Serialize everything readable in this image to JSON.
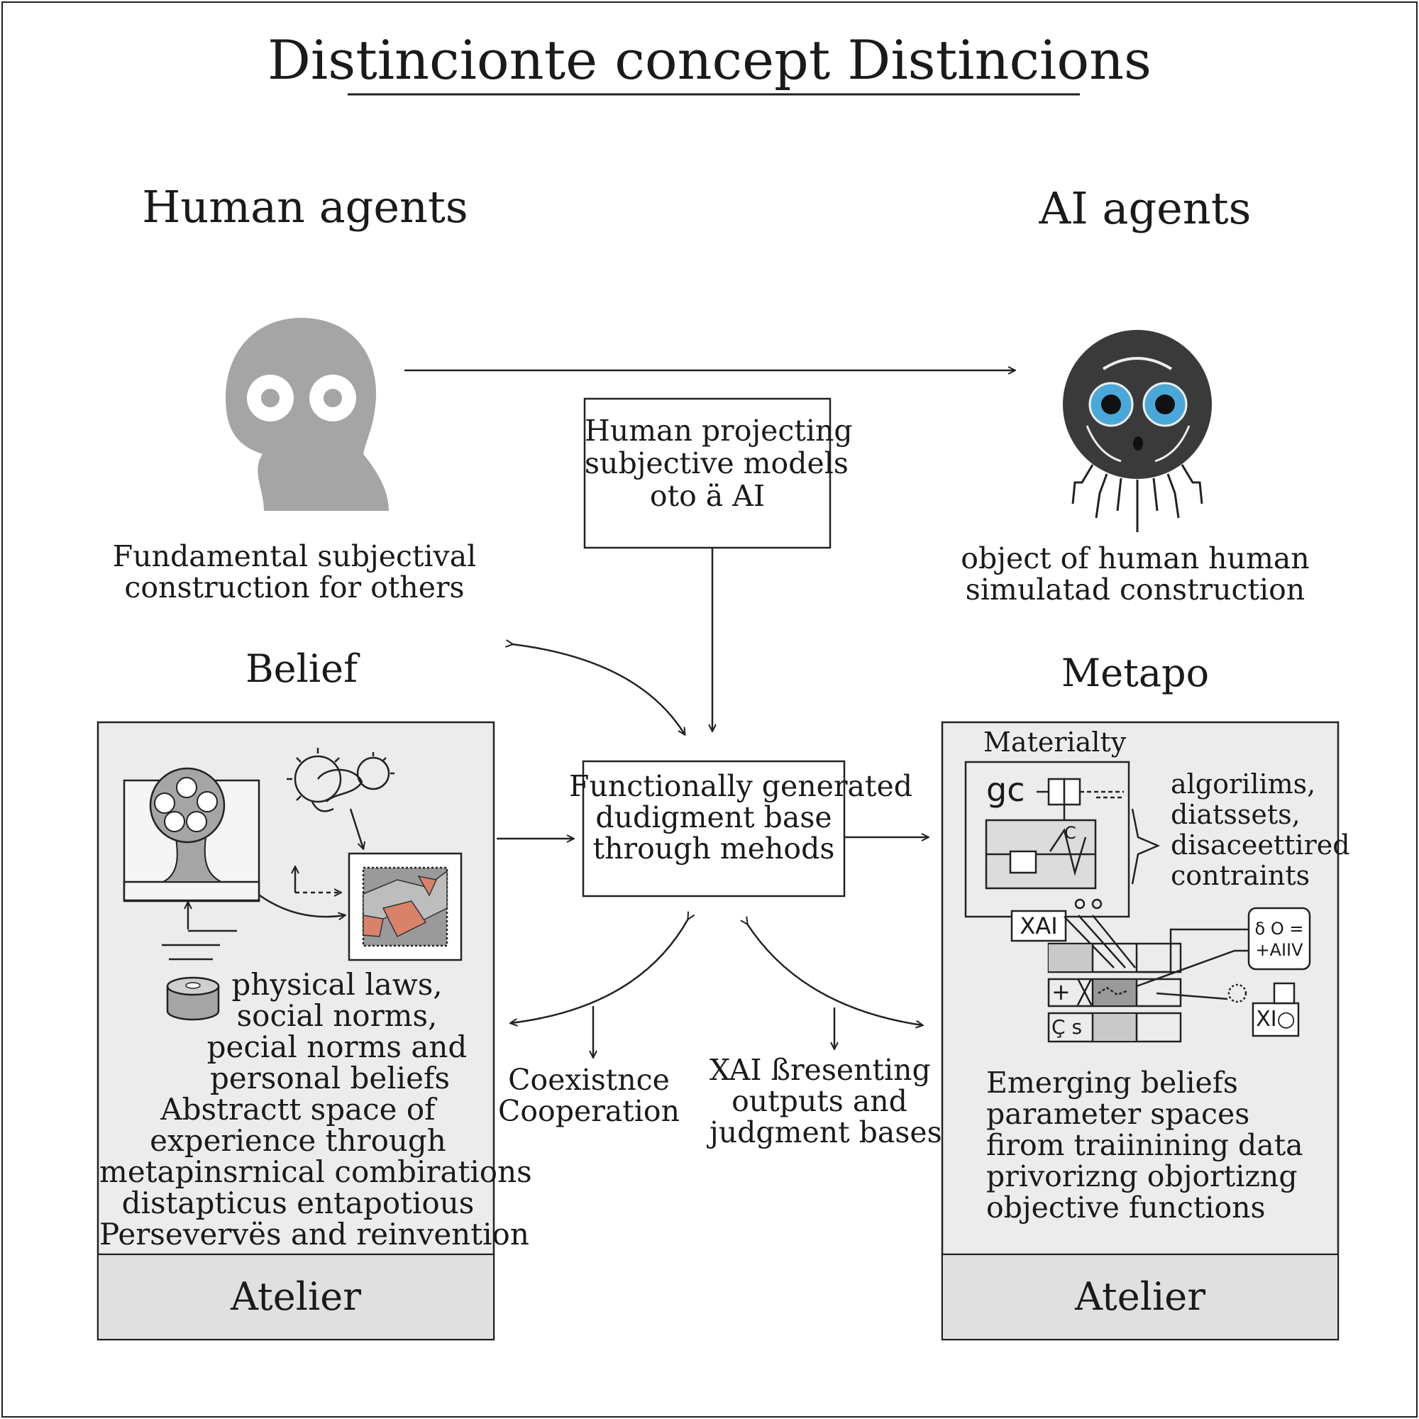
{
  "title": "Distinciontе concept Distincions",
  "left": {
    "heading": "Human agents",
    "caption_lines": [
      "Fundamental subjectival",
      "construction for others"
    ],
    "panel_heading": "Belief",
    "panel_lines": [
      "physical laws,",
      "social norms,",
      "pecial norms and",
      "personal beliefs",
      "Abstractt space of",
      "experience through",
      "metapinsrnical combirations",
      "distapticus entapotious",
      "Persevervës and reinvention"
    ],
    "footer": "Atelier"
  },
  "right": {
    "heading": "AI agents",
    "caption_lines": [
      "object of human human",
      "simulatad construction"
    ],
    "panel_heading": "Metapo",
    "panel_top_label": "Materialty",
    "list_lines": [
      "algorilims,",
      "diatssets,",
      "disaceettired",
      "contraints"
    ],
    "panel_lines": [
      "Emerging beliefs",
      "parameter spaces",
      "firom traiinining data",
      "privorizng objortizng",
      "objective functions"
    ],
    "footer": "Atelier",
    "diagram_labels": {
      "gc": "gc",
      "xai": "XAI",
      "aiv_top": "δ O =",
      "aiv_bottom": "+AIIV",
      "xio": "XI○",
      "c_mark": "C",
      "plus_x": "+ ╳",
      "cs": "Ç s"
    }
  },
  "center": {
    "projection_box_lines": [
      "Human projecting",
      "subjective models",
      "oto ä AI"
    ],
    "judgment_box_lines": [
      "Functionally generated",
      "dudigment base",
      "through mehods"
    ],
    "coexistence_lines": [
      "Coexistnce",
      "Cooperation"
    ],
    "xai_lines": [
      "XAI ßresenting",
      "outputs and",
      "judgment bases"
    ]
  },
  "colors": {
    "panel_fill": "#ececec",
    "human_head": "#a5a5a5",
    "ai_head": "#3a3a3a",
    "ai_eye": "#4aa8d8",
    "map_accent": "#d9826a"
  },
  "icons": [
    "human-head-icon",
    "ai-robot-head-icon",
    "brain-head-icon",
    "lightbulb-icon",
    "cylinder-icon",
    "map-icon"
  ]
}
